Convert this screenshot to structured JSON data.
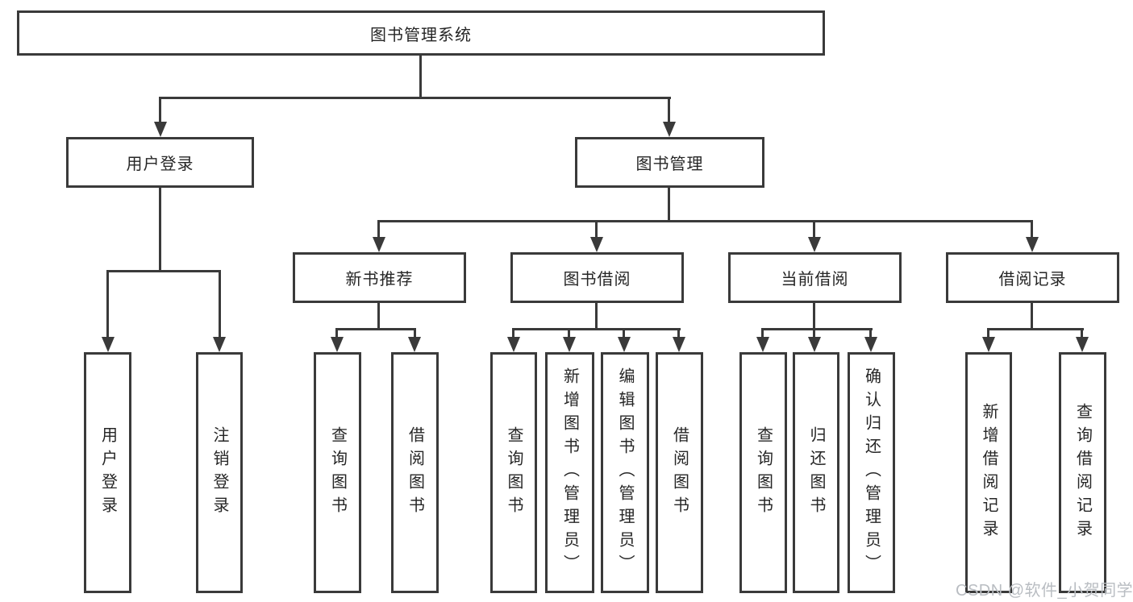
{
  "colors": {
    "line": "#3a3a3a",
    "box_border": "#3a3a3a",
    "text": "#262626",
    "watermark": "#b9bdc2",
    "background": "#ffffff"
  },
  "tree": {
    "root": {
      "label": "图书管理系统"
    },
    "branches": [
      {
        "label": "用户登录",
        "children": [
          {
            "label": "用户登录"
          },
          {
            "label": "注销登录"
          }
        ]
      },
      {
        "label": "图书管理",
        "children": [
          {
            "label": "新书推荐",
            "children": [
              {
                "label": "查询图书"
              },
              {
                "label": "借阅图书"
              }
            ]
          },
          {
            "label": "图书借阅",
            "children": [
              {
                "label": "查询图书"
              },
              {
                "label": "新增图书（管理员）"
              },
              {
                "label": "编辑图书（管理员）"
              },
              {
                "label": "借阅图书"
              }
            ]
          },
          {
            "label": "当前借阅",
            "children": [
              {
                "label": "查询图书"
              },
              {
                "label": "归还图书"
              },
              {
                "label": "确认归还（管理员）"
              }
            ]
          },
          {
            "label": "借阅记录",
            "children": [
              {
                "label": "新增借阅记录"
              },
              {
                "label": "查询借阅记录"
              }
            ]
          }
        ]
      }
    ]
  },
  "watermark": {
    "text": "CSDN @软件_小贺同学"
  }
}
